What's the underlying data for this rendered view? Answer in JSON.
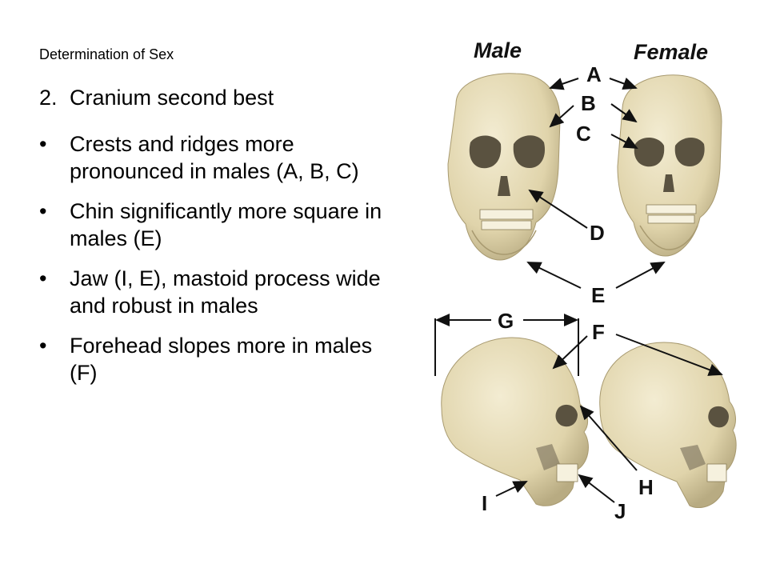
{
  "slide": {
    "title": "Determination of Sex",
    "numbered_item": {
      "number": "2.",
      "text": "Cranium second best"
    },
    "bullets": [
      {
        "marker": "•",
        "text": "Crests and ridges more pronounced in males (A, B, C)"
      },
      {
        "marker": "•",
        "text": "Chin significantly more square in males (E)"
      },
      {
        "marker": "•",
        "text": "Jaw (I, E), mastoid process wide and robust in males"
      },
      {
        "marker": "•",
        "text": "Forehead slopes more in males (F)"
      }
    ]
  },
  "figure": {
    "header_male": "Male",
    "header_female": "Female",
    "labels": {
      "A": "A",
      "B": "B",
      "C": "C",
      "D": "D",
      "E": "E",
      "F": "F",
      "G": "G",
      "H": "H",
      "I": "I",
      "J": "J"
    },
    "colors": {
      "bone": "#e6dcb8",
      "bone_shadow": "#b8ab82",
      "socket": "#5a5240",
      "line": "#111111"
    }
  }
}
